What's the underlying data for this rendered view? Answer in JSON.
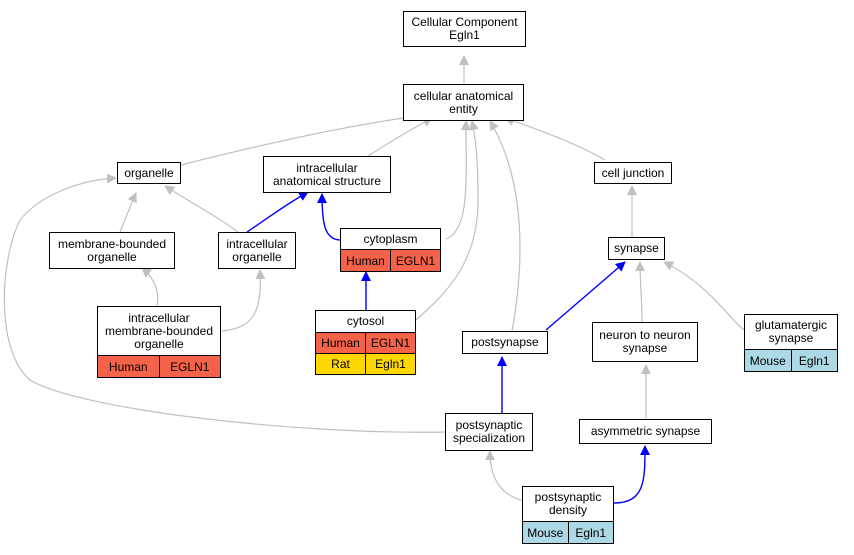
{
  "colors": {
    "edge_gray": "#c0c0c0",
    "edge_blue": "#0000ff",
    "human": "#f4624a",
    "rat": "#ffd700",
    "mouse": "#add8e6"
  },
  "nodes": {
    "root": [
      "Cellular Component",
      "Egln1"
    ],
    "cae": [
      "cellular anatomical",
      "entity"
    ],
    "organelle": [
      "organelle"
    ],
    "ias": [
      "intracellular",
      "anatomical structure"
    ],
    "cell_junction": [
      "cell junction"
    ],
    "mbo": [
      "membrane-bounded",
      "organelle"
    ],
    "io": [
      "intracellular",
      "organelle"
    ],
    "cytoplasm": [
      "cytoplasm"
    ],
    "synapse": [
      "synapse"
    ],
    "imbo": [
      "intracellular",
      "membrane-bounded",
      "organelle"
    ],
    "cytosol": [
      "cytosol"
    ],
    "postsynapse": [
      "postsynapse"
    ],
    "n2n": [
      "neuron to neuron",
      "synapse"
    ],
    "glut": [
      "glutamatergic",
      "synapse"
    ],
    "ps_spec": [
      "postsynaptic",
      "specialization"
    ],
    "asym": [
      "asymmetric synapse"
    ],
    "psd": [
      "postsynaptic",
      "density"
    ]
  },
  "annotations": {
    "cytoplasm_human": {
      "species": "Human",
      "gene": "EGLN1"
    },
    "imbo_human": {
      "species": "Human",
      "gene": "EGLN1"
    },
    "cytosol_human": {
      "species": "Human",
      "gene": "EGLN1"
    },
    "cytosol_rat": {
      "species": "Rat",
      "gene": "Egln1"
    },
    "glut_mouse": {
      "species": "Mouse",
      "gene": "Egln1"
    },
    "psd_mouse": {
      "species": "Mouse",
      "gene": "Egln1"
    }
  }
}
